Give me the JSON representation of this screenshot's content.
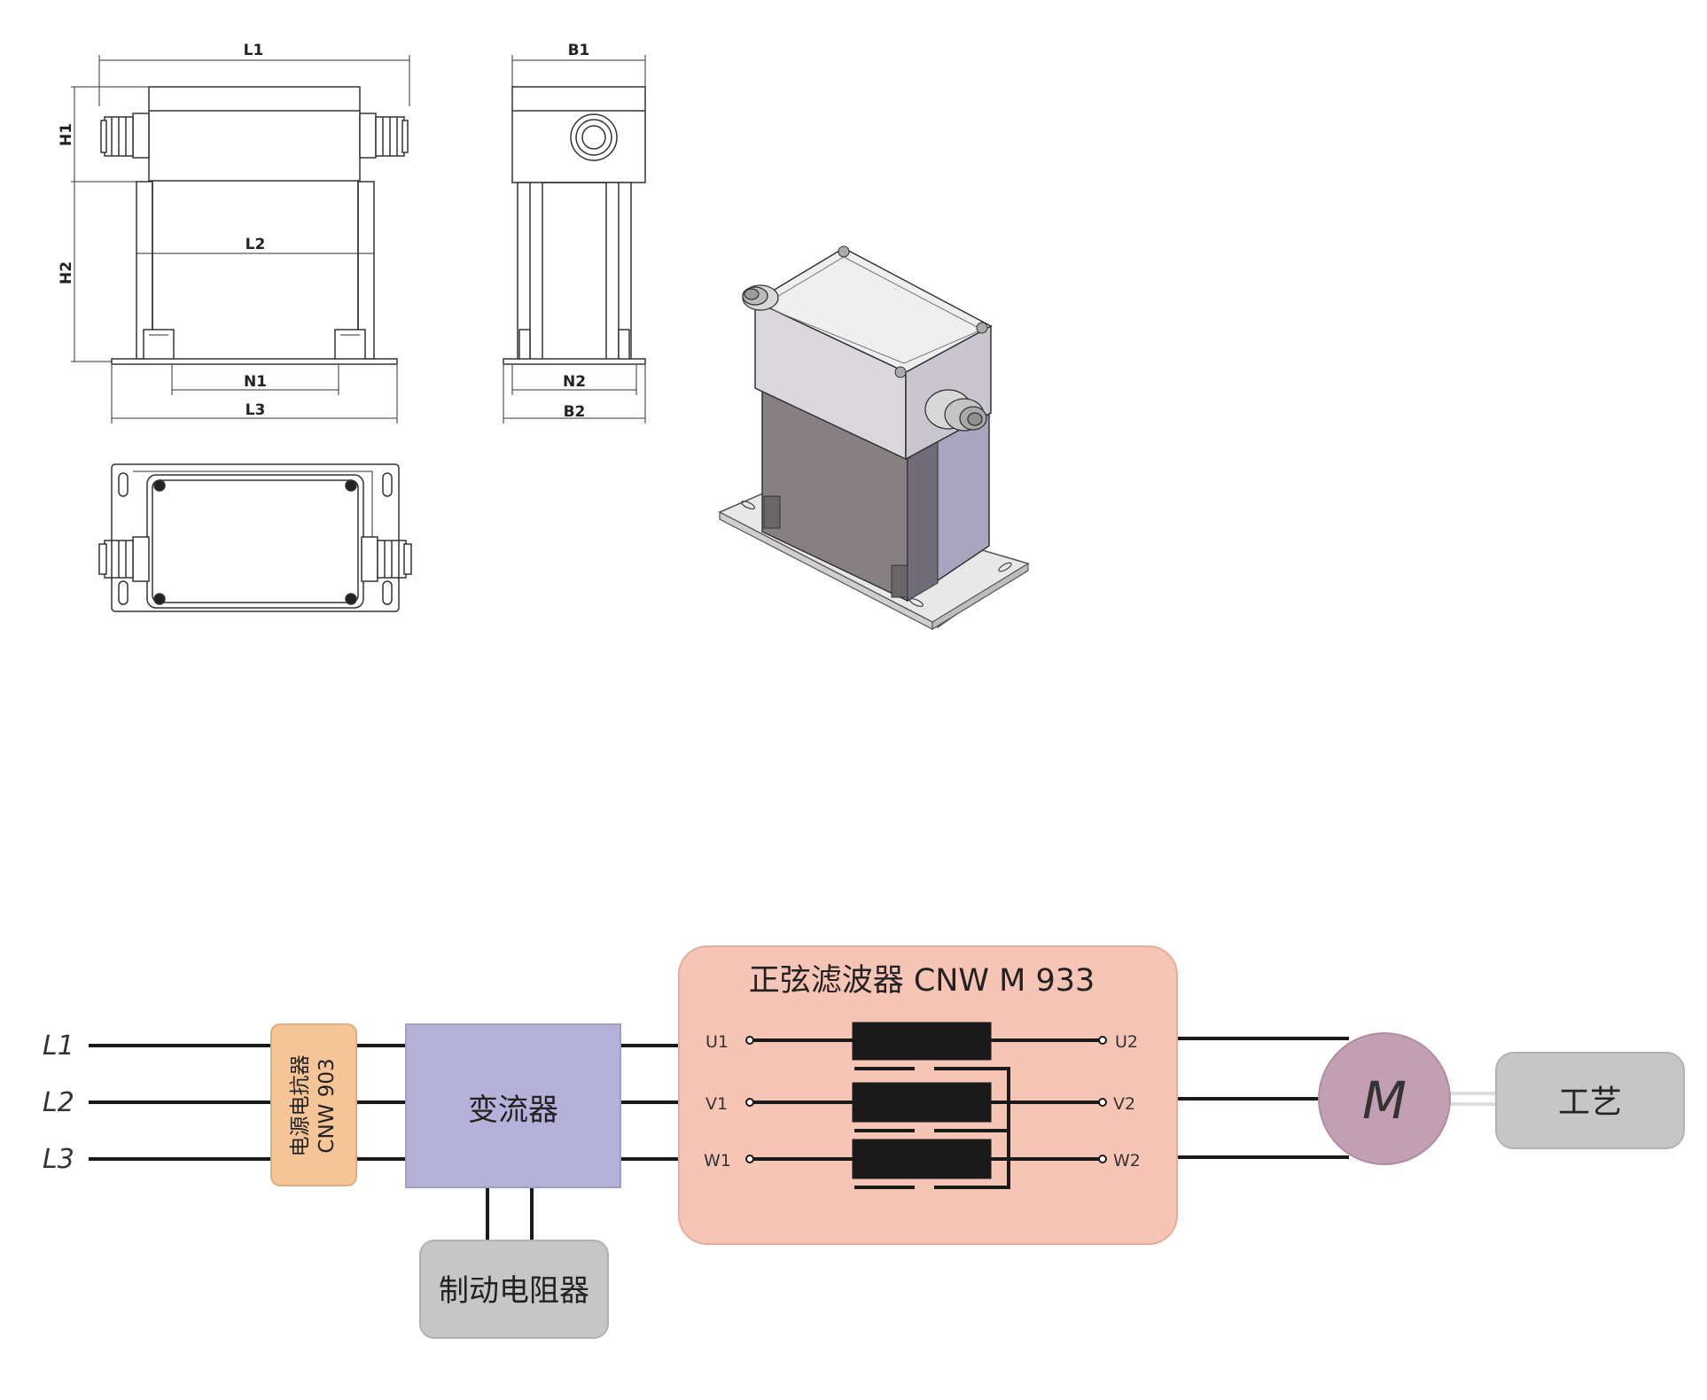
{
  "drawing": {
    "dimensions": {
      "L1": "L1",
      "L2": "L2",
      "L3": "L3",
      "H1": "H1",
      "H2": "H2",
      "N1": "N1",
      "N2": "N2",
      "B1": "B1",
      "B2": "B2"
    }
  },
  "circuit": {
    "lines": [
      "L1",
      "L2",
      "L3"
    ],
    "reactor": {
      "name": "电源电抗器",
      "model": "CNW 903",
      "color": "#f5c597"
    },
    "converter": {
      "label": "变流器",
      "color": "#b5b1d9"
    },
    "brake": {
      "label": "制动电阻器",
      "color": "#c6c6c6"
    },
    "filter": {
      "title": "正弦滤波器 CNW M 933",
      "color": "#f7c5b5",
      "inputs": [
        "U1",
        "V1",
        "W1"
      ],
      "outputs": [
        "U2",
        "V2",
        "W2"
      ]
    },
    "motor": {
      "label": "M",
      "color": "#c39fb3"
    },
    "process": {
      "label": "工艺",
      "color": "#c6c6c6"
    }
  }
}
